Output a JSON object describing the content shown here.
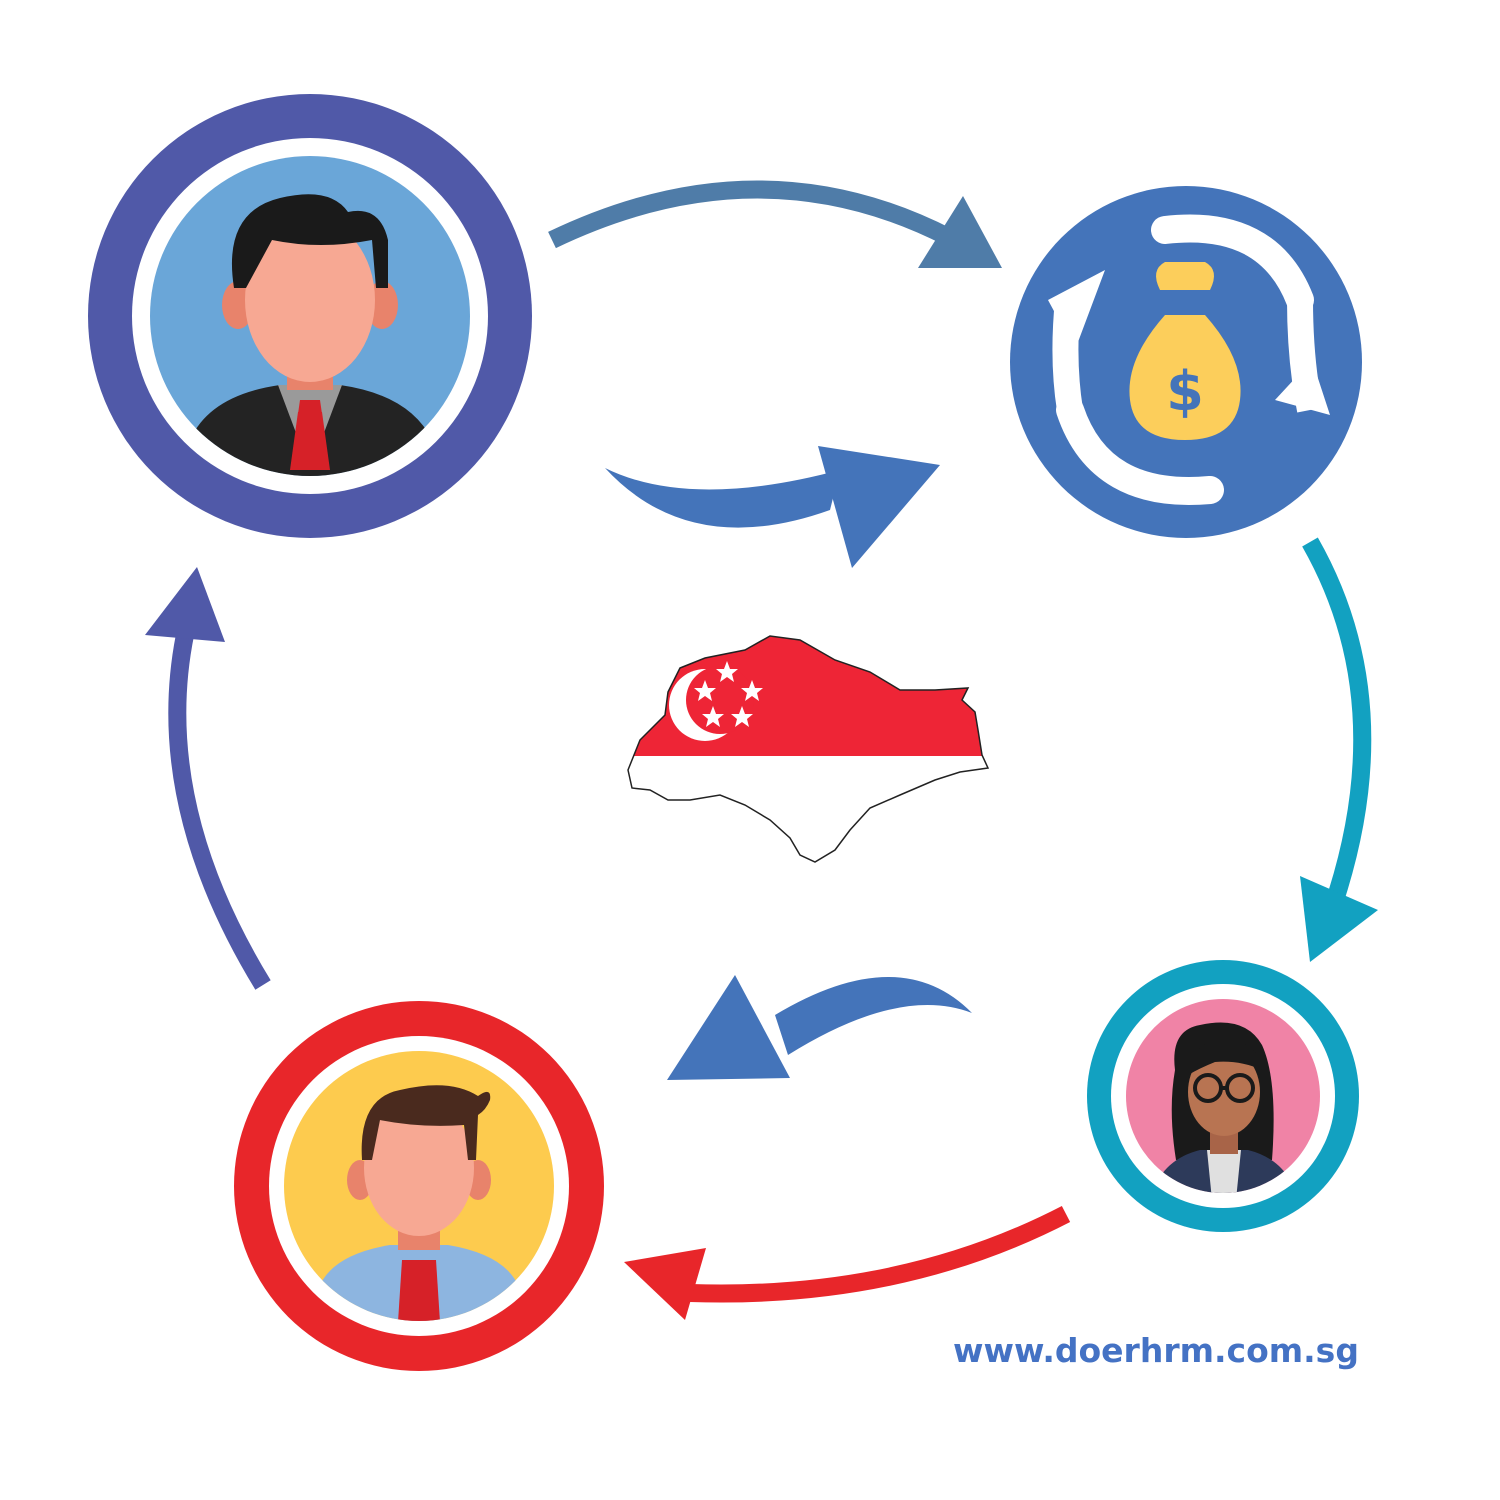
{
  "website": {
    "text": "www.doerhrm.com.sg",
    "color": "#4472C4"
  },
  "colors": {
    "indigo": "#5059A8",
    "sky_blue": "#6AA6D8",
    "royal_blue": "#4474BA",
    "steel_blue": "#4F7CA8",
    "teal": "#12A1C1",
    "pink": "#F083A6",
    "red": "#E8262A",
    "yellow": "#FDCB4E",
    "money_bag": "#FCCE5B",
    "skin": "#F7A893",
    "skin_dark": "#B87452",
    "hair": "#1A1A1A",
    "hair_brown": "#4A2A1E",
    "tie": "#D62128",
    "flag_red": "#EE2536",
    "flag_white": "#FFFFFF"
  },
  "nodes": [
    {
      "name": "male-employee-dark-suit",
      "ring_color": "indigo",
      "fill_color": "sky_blue",
      "icon": "businessman-avatar-icon"
    },
    {
      "name": "money-bag-cycle",
      "ring_color": "royal_blue",
      "icon": "money-bag-refresh-icon"
    },
    {
      "name": "female-employee-glasses",
      "ring_color": "teal",
      "fill_color": "pink",
      "icon": "businesswoman-avatar-icon"
    },
    {
      "name": "male-employee-light-shirt",
      "ring_color": "red",
      "fill_color": "yellow",
      "icon": "employee-avatar-icon"
    }
  ],
  "center_icon": "singapore-flag-map-icon",
  "money_symbol": "$"
}
